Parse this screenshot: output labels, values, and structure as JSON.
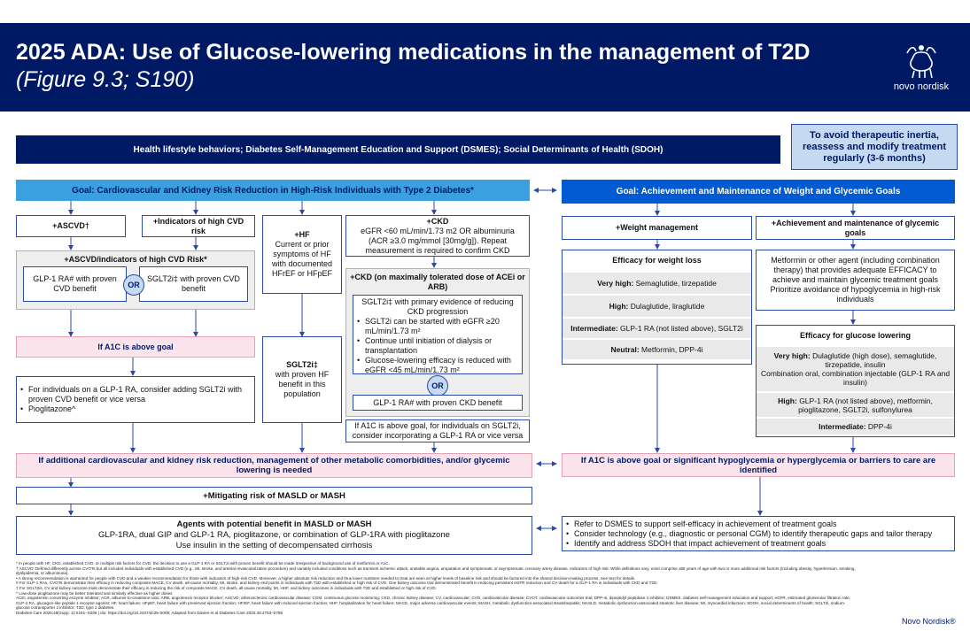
{
  "header": {
    "title": "2025 ADA: Use of Glucose-lowering medications in the management of T2D",
    "title_ref": "(Figure 9.3; S190)",
    "logo_text": "novo nordisk"
  },
  "top_bar": "Health lifestyle behaviors; Diabetes Self-Management Education and Support (DSMES); Social Determinants of Health (SDOH)",
  "inertia_box": "To avoid therapeutic inertia, reassess and modify treatment regularly (3-6 months)",
  "left_goal": "Goal: Cardiovascular and Kidney Risk Reduction in High-Risk Individuals with Type 2 Diabetes*",
  "right_goal": "Goal: Achievement and Maintenance of Weight and Glycemic Goals",
  "left": {
    "ascvd": "+ASCVD†",
    "high_cvd": "+Indicators of high CVD risk",
    "hf_title": "+HF",
    "hf_body": "Current or prior symptoms of HF with documented HFrEF or HFpEF",
    "ckd_title": "+CKD",
    "ckd_body": "eGFR <60 mL/min/1.73 m2 OR albuminuria (ACR ≥3.0 mg/mmol [30mg/g]). Repeat measurement is required to confirm CKD",
    "ascvd_group_title": "+ASCVD/indicators of high CVD Risk*",
    "glp1_cvd": "GLP-1 RA# with proven CVD benefit",
    "sglt2_cvd": "SGLT2i‡ with proven CVD benefit",
    "or": "OR",
    "a1c_goal": "If A1C is above goal",
    "a1c_bullets": [
      "For individuals on a GLP-1 RA, consider adding SGLT2i with proven CVD benefit or vice versa",
      "Pioglitazone^"
    ],
    "sglt2_hf_title": "SGLT2i‡",
    "sglt2_hf_body": "with proven HF benefit in this population",
    "ckd_ace_title": "+CKD (on maximally tolerated dose of ACEi or ARB)",
    "sglt2_ckd_intro": "SGLT2i‡ with primary evidence of reducing CKD progression",
    "sglt2_ckd_bullets": [
      "SGLT2i can be started with eGFR ≥20 mL/min/1.73 m²",
      "Continue until initiation of dialysis or transplantation",
      "Glucose-lowering efficacy is reduced with eGFR <45 mL/min/1.73 m²"
    ],
    "glp1_ckd": "GLP-1 RA# with proven CKD benefit",
    "ckd_a1c": "If A1C is above goal, for individuals on SGLT2i, consider incorporating a GLP-1 RA or vice versa",
    "additional_risk": "If additional cardiovascular and kidney risk reduction, management of other metabolic comorbidities, and/or glycemic lowering is needed",
    "masld": "+Mitigating risk of MASLD or MASH",
    "agents_title": "Agents with potential benefit in MASLD or MASH",
    "agents_line1": "GLP-1RA, dual GIP and GLP-1 RA, pioglitazone, or combination of GLP-1RA with pioglitazone",
    "agents_line2": "Use insulin in the setting of decompensated cirrhosis"
  },
  "right": {
    "weight_mgmt": "+Weight management",
    "glycemic_goals": "+Achievement and maintenance of glycemic goals",
    "efficacy_weight_title": "Efficacy for weight loss",
    "weight_rows": [
      {
        "level": "Very high:",
        "drugs": "Semaglutide, tirzepatide"
      },
      {
        "level": "High:",
        "drugs": "Dulaglutide, liraglutide"
      },
      {
        "level": "Intermediate:",
        "drugs": "GLP-1 RA (not listed above), SGLT2i"
      },
      {
        "level": "Neutral:",
        "drugs": "Metformin, DPP-4i"
      }
    ],
    "metformin_line1": "Metformin or other agent (including combination therapy) that provides adequate EFFICACY to achieve and maintain glycemic treatment goals",
    "metformin_line2": "Prioritize avoidance of hypoglycemia in high-risk individuals",
    "efficacy_glucose_title": "Efficacy for glucose lowering",
    "glucose_rows": [
      {
        "level": "Very high:",
        "drugs": "Dulaglutide (high dose), semaglutide, tirzepatide, insulin",
        "extra": "Combination oral, combination injectable (GLP-1 RA and insulin)"
      },
      {
        "level": "High:",
        "drugs": "GLP-1 RA (not listed above), metformin, pioglitazone, SGLT2i, sulfonylurea",
        "extra": ""
      },
      {
        "level": "Intermediate:",
        "drugs": "DPP-4i",
        "extra": ""
      }
    ],
    "hypo_goal": "If A1C is above goal or significant hypoglycemia or hyperglycemia or barriers to care are identified",
    "dsmes_bullets": [
      "Refer to DSMES to support self-efficacy in achievement of treatment goals",
      "Consider technology (e.g., diagnostic or personal CGM) to identify therapeutic gaps and tailor therapy",
      "Identify and address SDOH that impact achievement of treatment goals"
    ]
  },
  "footnotes": [
    "* In people with HF, CKD, established CVD, or multiple risk factors for CVD, the decision to use a GLP-1 RA or SGLT2i with proven benefit should be made irrespective of background use of metformin or A1C.",
    "† ASCVD: Defined differently across CVOTs but all included individuals with established CVD (e.g., MI, stroke, and arterial revascularization procedure) and variably included conditions such as transient ischemic attack, unstable angina, amputation and symptomatic or asymptomatic coronary artery disease. Indicators of high risk: While definitions vary, most comprise ≥55 years of age with two or more additional risk factors (including obesity, hypertension, smoking, dyslipidemia, or albuminuria).",
    "• A strong recommendation is warranted for people with CVD and a weaker recommendation for those with indicators of high-risk CVD. Moreover, a higher absolute risk reduction and thus lower numbers needed to treat are seen at higher levels of baseline risk and should be factored into the shared decision-making process. See text for details.",
    "# For GLP-1 RAs, CVOTs demonstrate their efficacy in reducing composite MACE, CV death, all-cause mortality, MI, stroke, and kidney end points in individuals with T2D with established or high risk of CVD. One kidney outcome trial demonstrated benefit in reducing persistent eGFR reduction and CV death for a GLP-1 RA in individuals with CKD and T2D.",
    "‡ For SGLT2is, CV and kidney outcome trials demonstrate their efficacy in reducing the risk of composite MACE, CV death, all-cause mortality, MI, HHF, and kidney outcomes in individuals with T2D and established or high risk of CVD.",
    "^ Low-dose pioglitazone may be better tolerated and similarly effective as higher doses",
    "ACEi, angiotensin converting enzyme inhibitor; ACR, albumin-to-creatinine ratio; ARB, angiotensin receptor blocker; ASCVD, atherosclerotic cardiovascular disease; CGM, continuous glucose monitoring; CKD, chronic kidney disease; CV, cardiovascular; CVD, cardiovascular disease; CVOT, cardiovascular outcomes trial; DPP-4i, dipeptidyl peptidase 4 inhibitor; DSMES, diabetes self-management education and support; eGFR, estimated glomerular filtration rate; GLP-1 RA, glucagon-like peptide 1 receptor agonist; HF, heart failure; HFpEF, heart failure with preserved ejection fraction; HFrEF, heart failure with reduced ejection fraction; HHF, hospitalization for heart failure; MACE, major adverse cardiovascular events; MASH, metabolic dysfunction-associated steatohepatitis; MASLD, metabolic dysfunction-associated steatotic liver disease; MI, myocardial infarction; SDOH, social determinants of health; SGLT2i, sodium-glucose cotransporter 2 inhibitor; T2D, type 2 diabetes.",
    "Diabetes Care 2025;48(Supp. 1):S181–S206 | doi: https://doi.org/10.2337/dc25-S009; Adapted from Davies et al Diabetes Care 2022;45:2753–2786"
  ],
  "brand": "Novo Nordisk®",
  "colors": {
    "navy": "#001965",
    "light_blue": "#3aa0e0",
    "royal_blue": "#005ad2",
    "pink": "#fce4ec",
    "grey": "#e9e9e9"
  }
}
